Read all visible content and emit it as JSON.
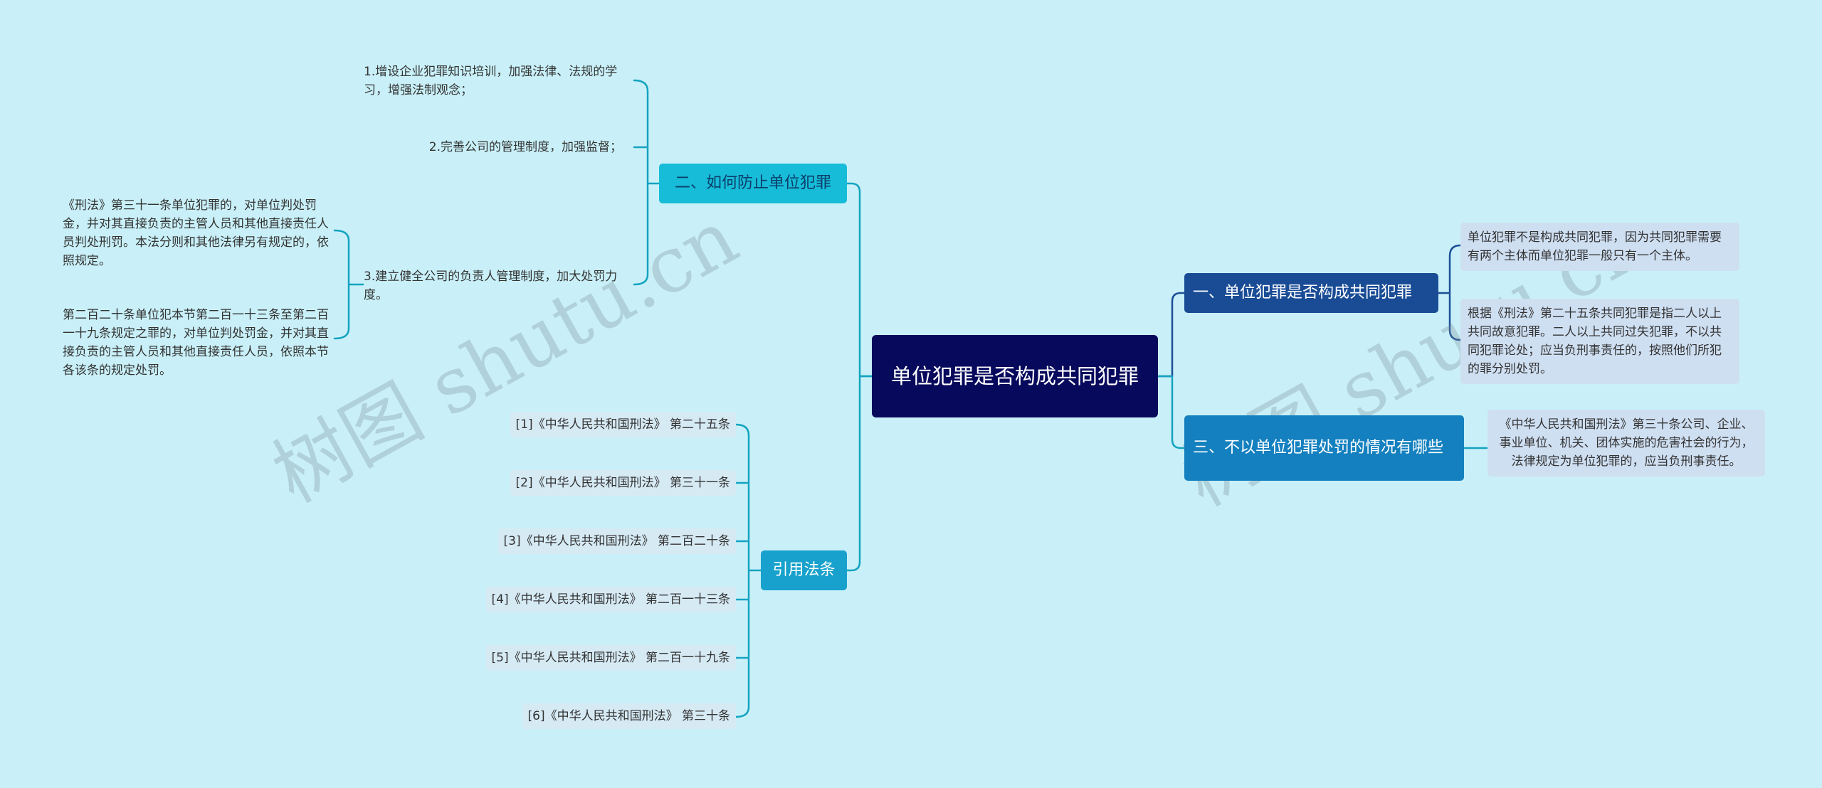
{
  "root": {
    "label": "单位犯罪是否构成共同犯罪"
  },
  "branches": {
    "prevent": {
      "label": "二、如何防止单位犯罪",
      "items": [
        "1.增设企业犯罪知识培训，加强法律、法规的学习，增强法制观念；",
        "2.完善公司的管理制度，加强监督；",
        "3.建立健全公司的负责人管理制度，加大处罚力度。"
      ],
      "sub_items": [
        "《刑法》第三十一条单位犯罪的，对单位判处罚金，并对其直接负责的主管人员和其他直接责任人员判处刑罚。本法分则和其他法律另有规定的，依照规定。",
        "第二百二十条单位犯本节第二百一十三条至第二百一十九条规定之罪的，对单位判处罚金，并对其直接负责的主管人员和其他直接责任人员，依照本节各该条的规定处罚。"
      ]
    },
    "laws": {
      "label": "引用法条",
      "items": [
        "[1]《中华人民共和国刑法》 第二十五条",
        "[2]《中华人民共和国刑法》 第三十一条",
        "[3]《中华人民共和国刑法》 第二百二十条",
        "[4]《中华人民共和国刑法》 第二百一十三条",
        "[5]《中华人民共和国刑法》 第二百一十九条",
        "[6]《中华人民共和国刑法》 第三十条"
      ]
    },
    "joint": {
      "label": "一、单位犯罪是否构成共同犯罪",
      "items": [
        "单位犯罪不是构成共同犯罪，因为共同犯罪需要有两个主体而单位犯罪一般只有一个主体。",
        "根据《刑法》第二十五条共同犯罪是指二人以上共同故意犯罪。二人以上共同过失犯罪，不以共同犯罪论处；应当负刑事责任的，按照他们所犯的罪分别处罚。"
      ]
    },
    "exempt": {
      "label": "三、不以单位犯罪处罚的情况有哪些",
      "items": [
        "《中华人民共和国刑法》第三十条公司、企业、事业单位、机关、团体实施的危害社会的行为，法律规定为单位犯罪的，应当负刑事责任。"
      ]
    }
  },
  "watermark": [
    "树图 shutu.cn",
    "树图 shutu.cn"
  ],
  "colors": {
    "background": "#c9f0f8",
    "root": "#07095c",
    "teal_line": "#14a3c0",
    "navy_line": "#1c4f97"
  }
}
